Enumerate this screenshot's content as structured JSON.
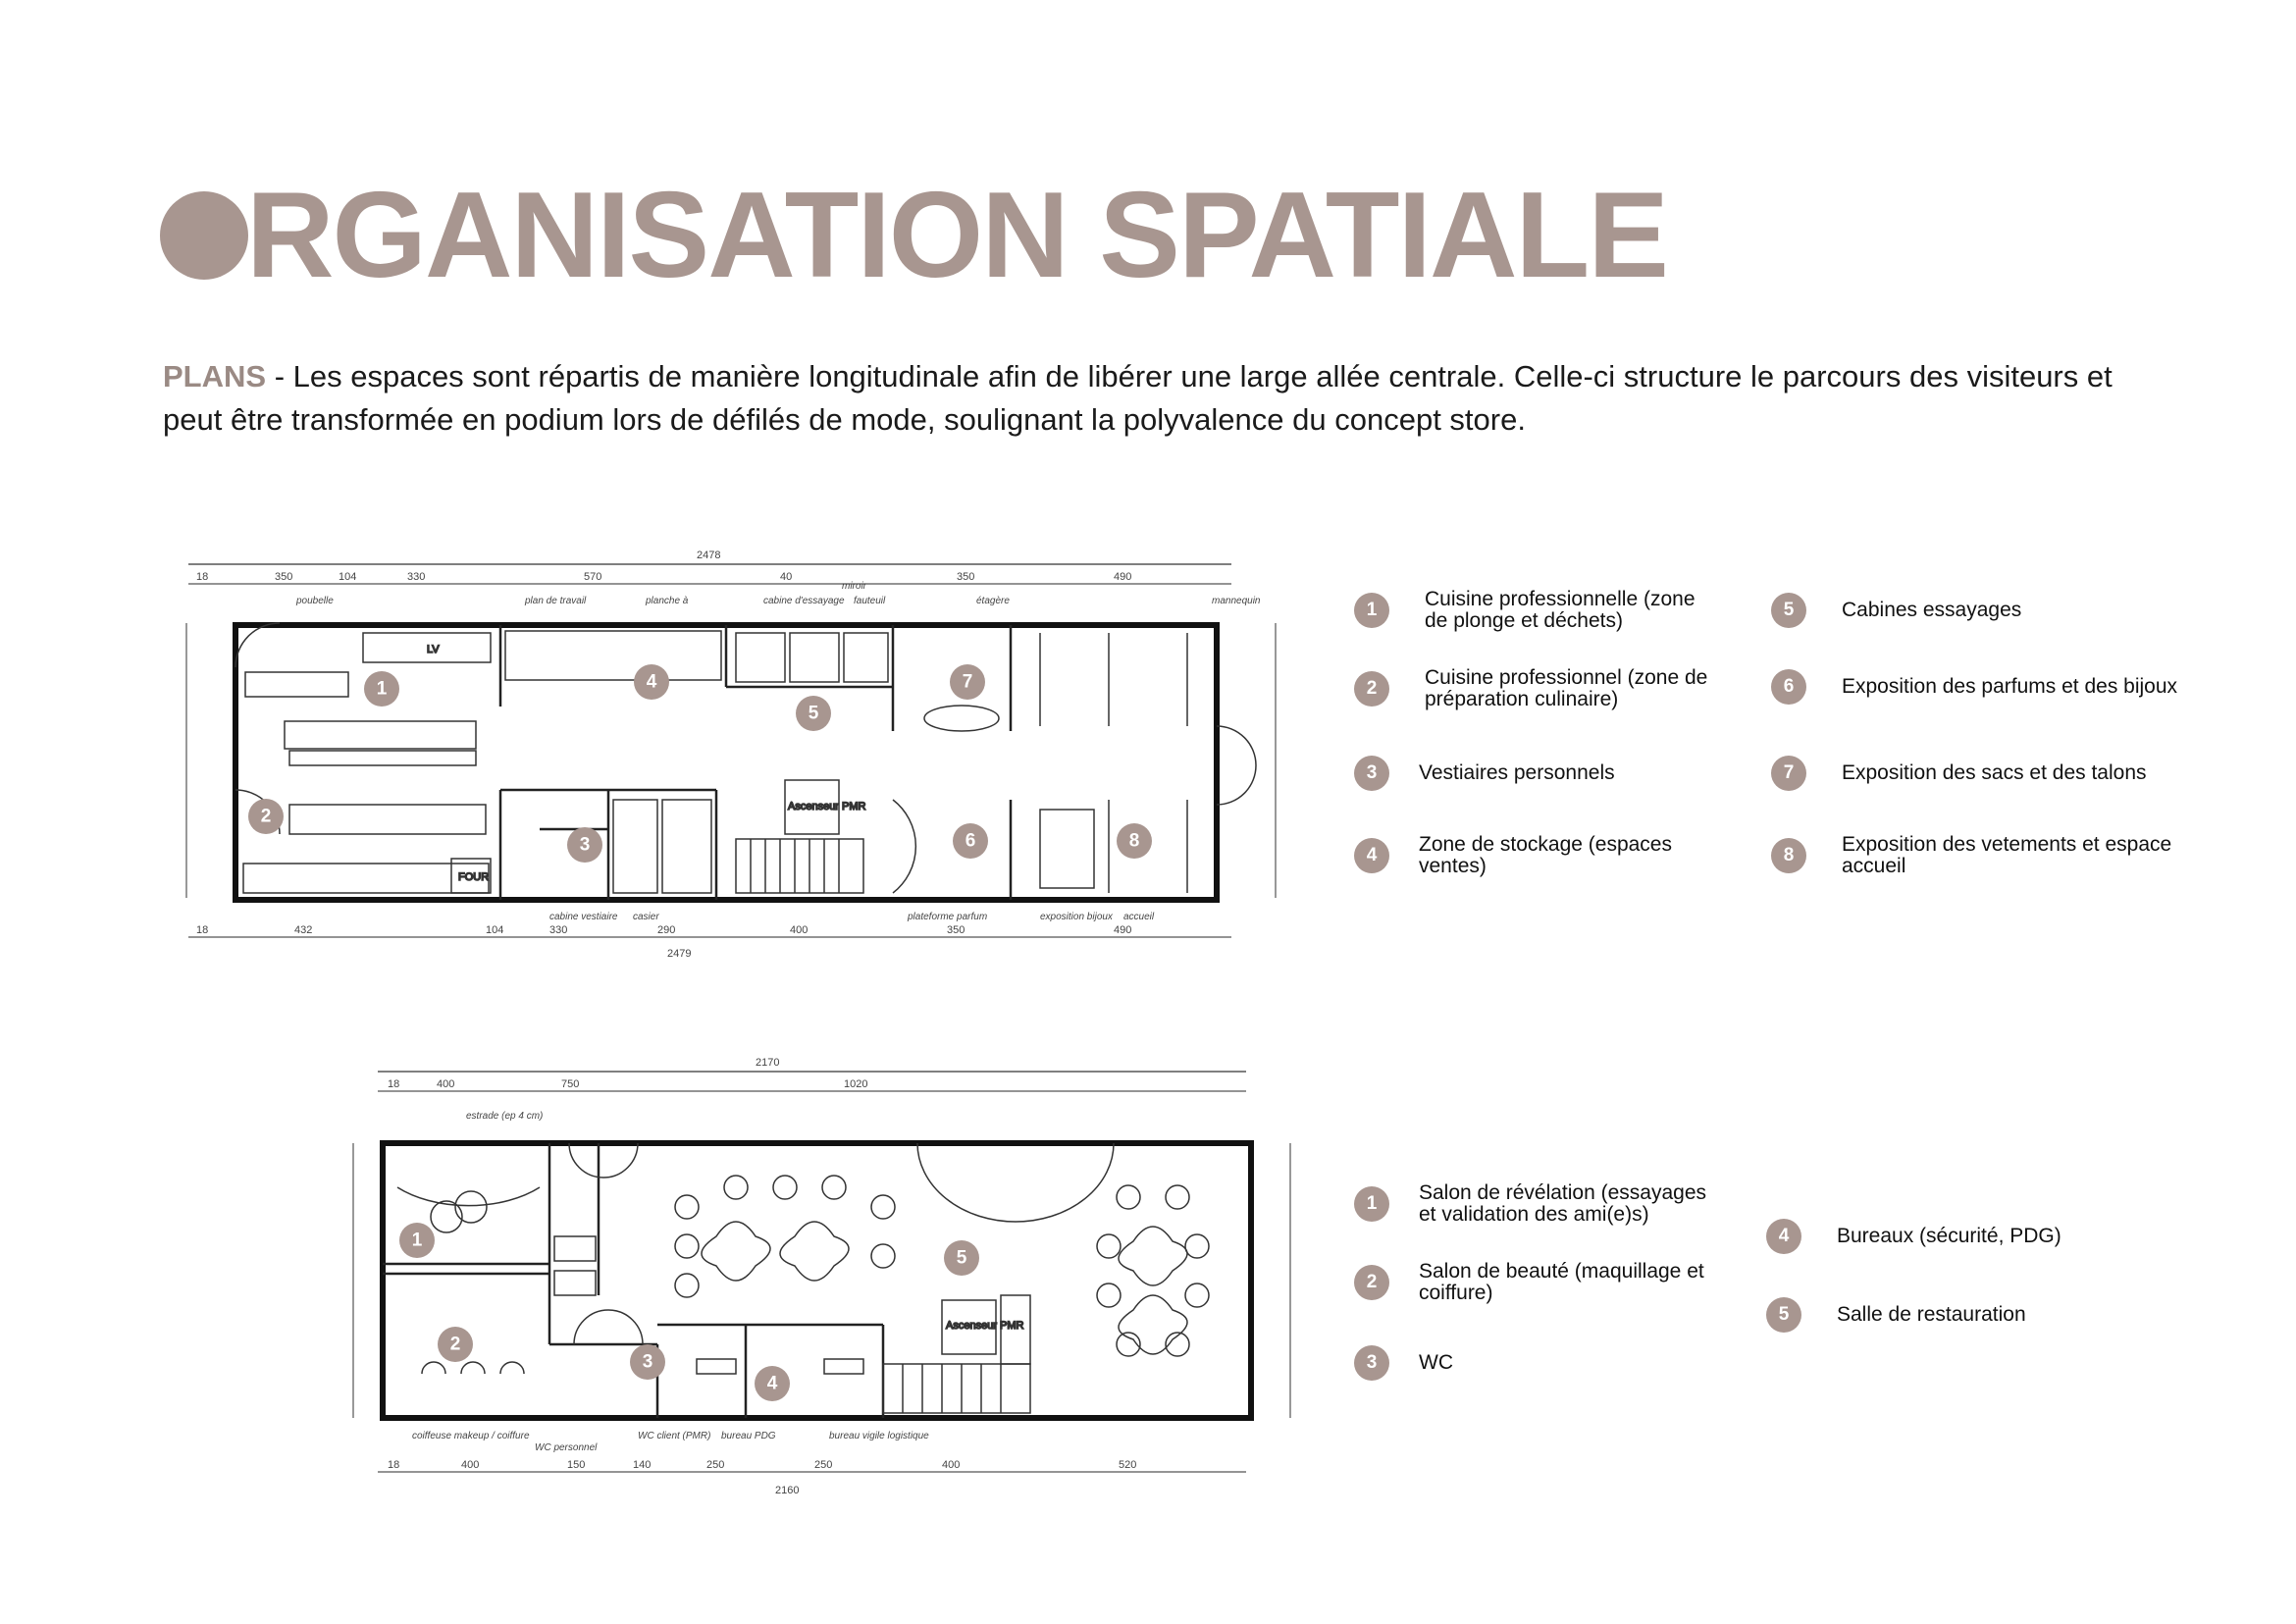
{
  "header": {
    "title_rest": "RGANISATION SPATIALE"
  },
  "intro": {
    "lead": "PLANS",
    "text": " - Les espaces sont répartis de manière longitudinale afin de libérer une large allée centrale. Celle-ci structure le parcours des visiteurs et peut être transformée en podium lors de défilés de mode, soulignant la polyvalence du concept store."
  },
  "colors": {
    "accent": "#a89690",
    "text": "#1a1a1a"
  },
  "plan1": {
    "total_top": "2478",
    "total_bottom": "2479",
    "top_dims": [
      "18",
      "350",
      "104",
      "330",
      "570",
      "40",
      "350",
      "490"
    ],
    "bottom_dims": [
      "18",
      "432",
      "104",
      "330",
      "290",
      "400",
      "350",
      "490"
    ],
    "notes_top": [
      "poubelle",
      "plan de travail",
      "planche à",
      "cabine d'essayage",
      "miroir",
      "fauteuil",
      "étagère",
      "mannequin"
    ],
    "notes_bottom": [
      "cabine vestiaire",
      "casier",
      "plateforme parfum",
      "exposition bijoux",
      "accueil"
    ],
    "room_labels": [
      "LV",
      "FOUR",
      "Ascenseur PMR"
    ],
    "markers": [
      "1",
      "2",
      "3",
      "4",
      "5",
      "6",
      "7",
      "8"
    ]
  },
  "plan2": {
    "total_top": "2170",
    "total_bottom": "2160",
    "top_dims": [
      "18",
      "400",
      "750",
      "1020"
    ],
    "bottom_dims": [
      "18",
      "400",
      "150",
      "140",
      "250",
      "250",
      "400",
      "520"
    ],
    "notes_top": [
      "estrade (ep 4 cm)"
    ],
    "notes_bottom": [
      "coiffeuse makeup / coiffure",
      "WC personnel",
      "WC client (PMR)",
      "bureau PDG",
      "bureau vigile logistique"
    ],
    "room_labels": [
      "Ascenseur PMR"
    ],
    "markers": [
      "1",
      "2",
      "3",
      "4",
      "5"
    ]
  },
  "legend1": [
    {
      "num": "1",
      "text": "Cuisine professionnelle (zone de plonge et déchets)"
    },
    {
      "num": "2",
      "text": "Cuisine professionnel (zone de préparation culinaire)"
    },
    {
      "num": "3",
      "text": "Vestiaires personnels"
    },
    {
      "num": "4",
      "text": "Zone de stockage (espaces ventes)"
    },
    {
      "num": "5",
      "text": "Cabines essayages"
    },
    {
      "num": "6",
      "text": "Exposition des parfums et des bijoux"
    },
    {
      "num": "7",
      "text": "Exposition des sacs et des talons"
    },
    {
      "num": "8",
      "text": "Exposition des vetements et espace accueil"
    }
  ],
  "legend2": [
    {
      "num": "1",
      "text": "Salon de révélation (essayages et validation des ami(e)s)"
    },
    {
      "num": "2",
      "text": "Salon de beauté (maquillage et coiffure)"
    },
    {
      "num": "3",
      "text": "WC"
    },
    {
      "num": "4",
      "text": "Bureaux (sécurité, PDG)"
    },
    {
      "num": "5",
      "text": "Salle de restauration"
    }
  ]
}
